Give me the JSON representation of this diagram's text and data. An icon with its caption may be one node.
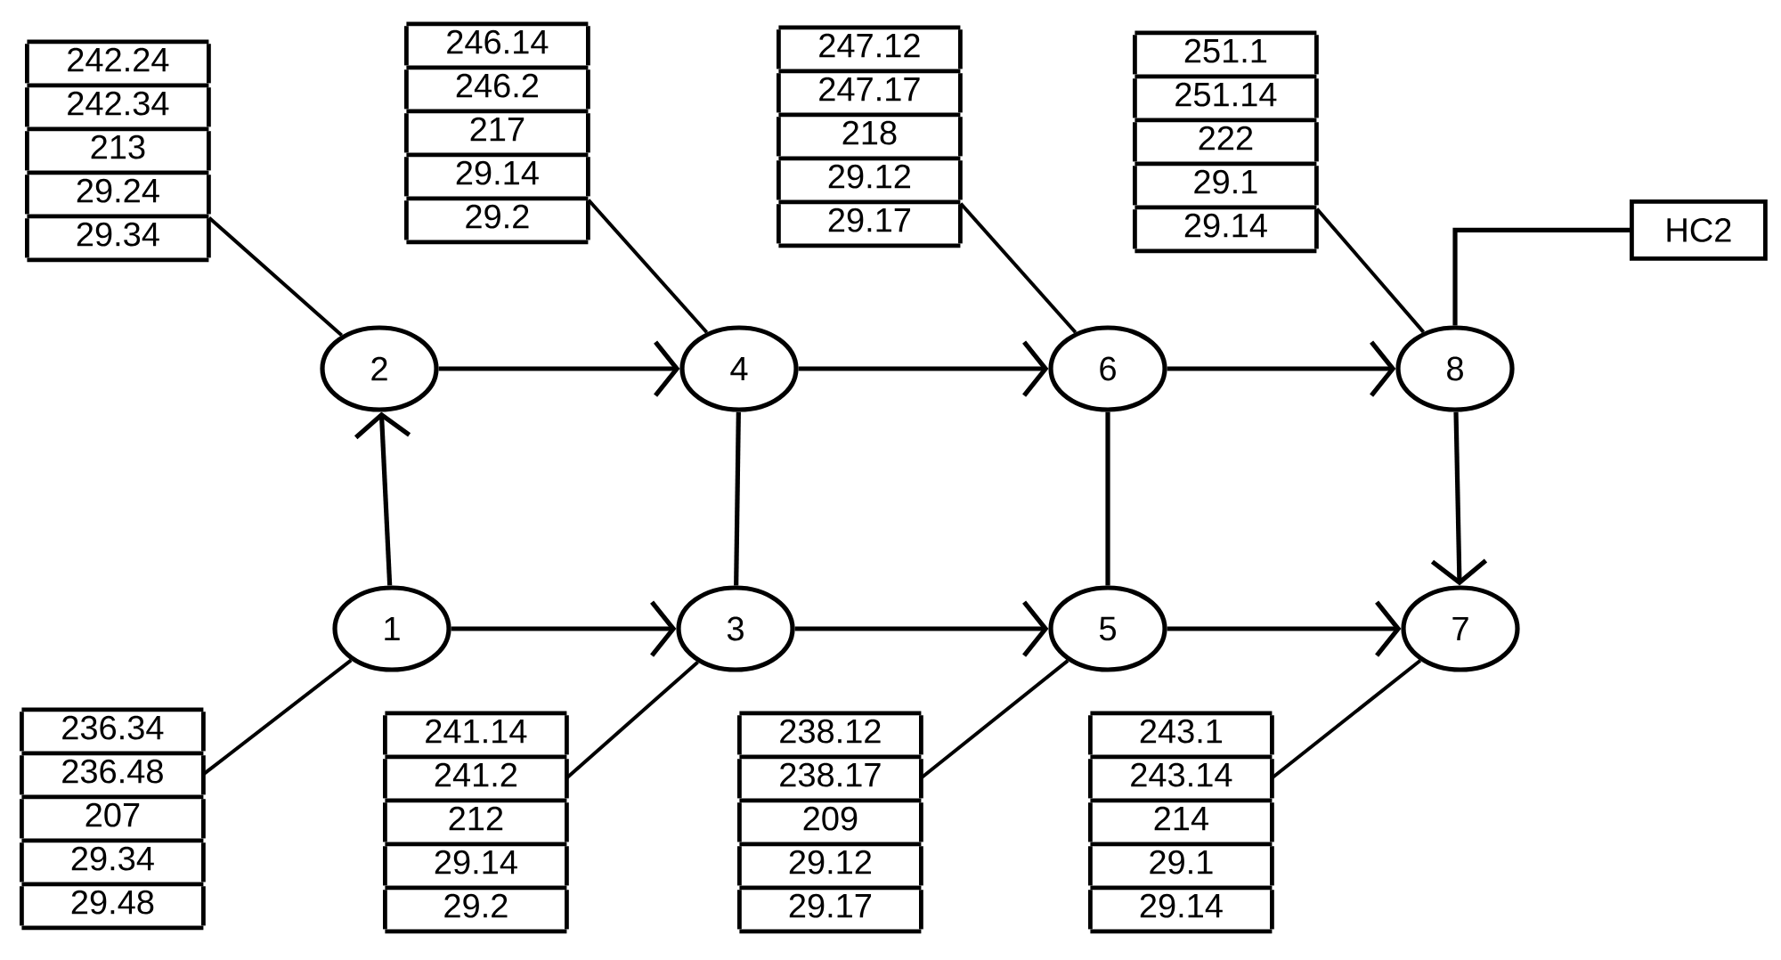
{
  "diagram": {
    "nodes": [
      {
        "text": [
          "1"
        ]
      },
      {
        "text": [
          "2"
        ]
      },
      {
        "text": [
          "3"
        ]
      },
      {
        "text": [
          "4"
        ]
      },
      {
        "text": [
          "5"
        ]
      },
      {
        "text": [
          "6"
        ]
      },
      {
        "text": [
          "7"
        ]
      },
      {
        "text": [
          "8"
        ]
      },
      {
        "text": [
          "242.24",
          "242.34",
          "213",
          "29.24",
          "29.34"
        ]
      },
      {
        "text": [
          "246.14",
          "246.2",
          "217",
          "29.14",
          "29.2"
        ]
      },
      {
        "text": [
          "247.12",
          "247.17",
          "218",
          "29.12",
          "29.17"
        ]
      },
      {
        "text": [
          "251.1",
          "251.14",
          "222",
          "29.1",
          "29.14"
        ]
      },
      {
        "text": [
          "HC2"
        ]
      },
      {
        "text": [
          "236.34",
          "236.48",
          "207",
          "29.34",
          "29.48"
        ]
      },
      {
        "text": [
          "241.14",
          "241.2",
          "212",
          "29.14",
          "29.2"
        ]
      },
      {
        "text": [
          "238.12",
          "238.17",
          "209",
          "29.12",
          "29.17"
        ]
      },
      {
        "text": [
          "243.1",
          "243.14",
          "214",
          "29.1",
          "29.14"
        ]
      }
    ],
    "edges": [
      {
        "from": 0,
        "to": 1,
        "arrow": "to"
      },
      {
        "from": 1,
        "to": 3,
        "arrow": "to"
      },
      {
        "from": 3,
        "to": 5,
        "arrow": "to"
      },
      {
        "from": 5,
        "to": 7,
        "arrow": "to"
      },
      {
        "from": 0,
        "to": 2,
        "arrow": "to"
      },
      {
        "from": 2,
        "to": 4,
        "arrow": "to"
      },
      {
        "from": 4,
        "to": 6,
        "arrow": "to"
      },
      {
        "from": 7,
        "to": 6,
        "arrow": "to"
      },
      {
        "from": 3,
        "to": 2,
        "arrow": "none"
      },
      {
        "from": 5,
        "to": 4,
        "arrow": "none"
      },
      {
        "from": 7,
        "to": 12,
        "arrow": "none"
      },
      {
        "from": 8,
        "to": 1,
        "arrow": "none"
      },
      {
        "from": 9,
        "to": 3,
        "arrow": "none"
      },
      {
        "from": 10,
        "to": 5,
        "arrow": "none"
      },
      {
        "from": 11,
        "to": 7,
        "arrow": "none"
      },
      {
        "from": 13,
        "to": 0,
        "arrow": "none"
      },
      {
        "from": 14,
        "to": 2,
        "arrow": "none"
      },
      {
        "from": 15,
        "to": 4,
        "arrow": "none"
      },
      {
        "from": 16,
        "to": 6,
        "arrow": "none"
      }
    ]
  }
}
